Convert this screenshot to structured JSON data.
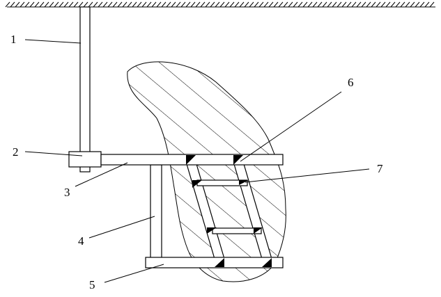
{
  "labels": [
    {
      "id": "1",
      "text": "1"
    },
    {
      "id": "2",
      "text": "2"
    },
    {
      "id": "3",
      "text": "3"
    },
    {
      "id": "4",
      "text": "4"
    },
    {
      "id": "5",
      "text": "5"
    },
    {
      "id": "6",
      "text": "6"
    },
    {
      "id": "7",
      "text": "7"
    }
  ],
  "colors": {
    "ink": "#000000",
    "paper": "#ffffff"
  }
}
